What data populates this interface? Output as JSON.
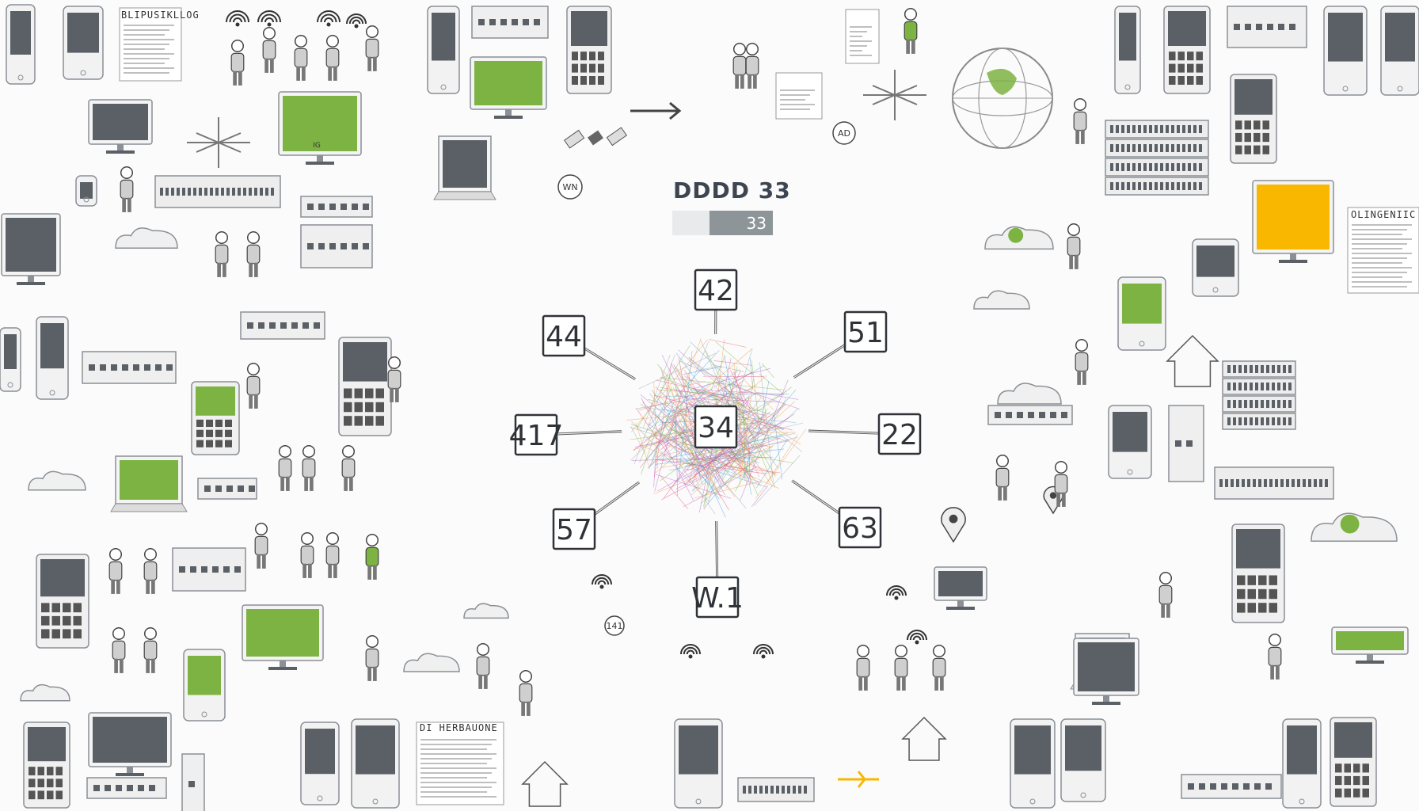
{
  "headline": {
    "title": "DDDD 33",
    "badge": "33"
  },
  "network": {
    "center_label": "34",
    "node_labels": [
      "42",
      "51",
      "22",
      "63",
      "W.1",
      "57",
      "417",
      "44"
    ]
  },
  "stray_labels": {
    "wn_badge": "WN",
    "ad_badge": "AD",
    "pin_141": "141",
    "doc_top_left": "BLIPUSIKLLOG",
    "doc_right": "OLINGENIIC",
    "doc_bottom": "DI HERBAUONE",
    "device_tag": "IG"
  },
  "colors": {
    "accent_green": "#7cb342",
    "accent_yellow": "#f9b700",
    "device_gray": "#5a6066",
    "outline_gray": "#8a9096"
  },
  "icons": [
    "phone-icon",
    "monitor-icon",
    "laptop-icon",
    "server-rack-icon",
    "wifi-icon",
    "person-icon",
    "cloud-icon",
    "globe-icon",
    "satellite-icon",
    "router-icon",
    "calculator-icon",
    "document-icon",
    "house-icon",
    "map-pin-icon",
    "airplane-icon",
    "tower-icon",
    "headset-icon",
    "radio-icon"
  ]
}
